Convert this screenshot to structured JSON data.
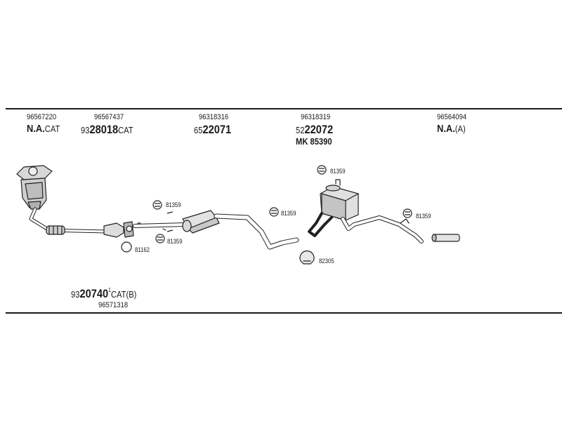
{
  "columns": [
    {
      "oem": "96567220",
      "part_big": "N.A.",
      "part_suffix": "CAT"
    },
    {
      "oem": "96567437",
      "part_prefix": "93",
      "part_big": "28018",
      "part_suffix": "CAT"
    },
    {
      "oem": "96318316",
      "part_prefix": "65",
      "part_big": "22071"
    },
    {
      "oem": "96318319",
      "part_prefix": "52",
      "part_big": "22072",
      "extra": "MK 85390"
    },
    {
      "oem": "96564094",
      "part_big": "N.A.",
      "part_suffix": "(A)"
    }
  ],
  "bottom_part": {
    "prefix": "93",
    "big": "20740",
    "sup": "1",
    "suffix": "CAT(B)",
    "oem": "96571318"
  },
  "callouts": {
    "c1": "81359",
    "c2": "81359",
    "c3": "81162",
    "c4": "81359",
    "c5": "81359",
    "c6": "82305",
    "c7": "81359"
  }
}
